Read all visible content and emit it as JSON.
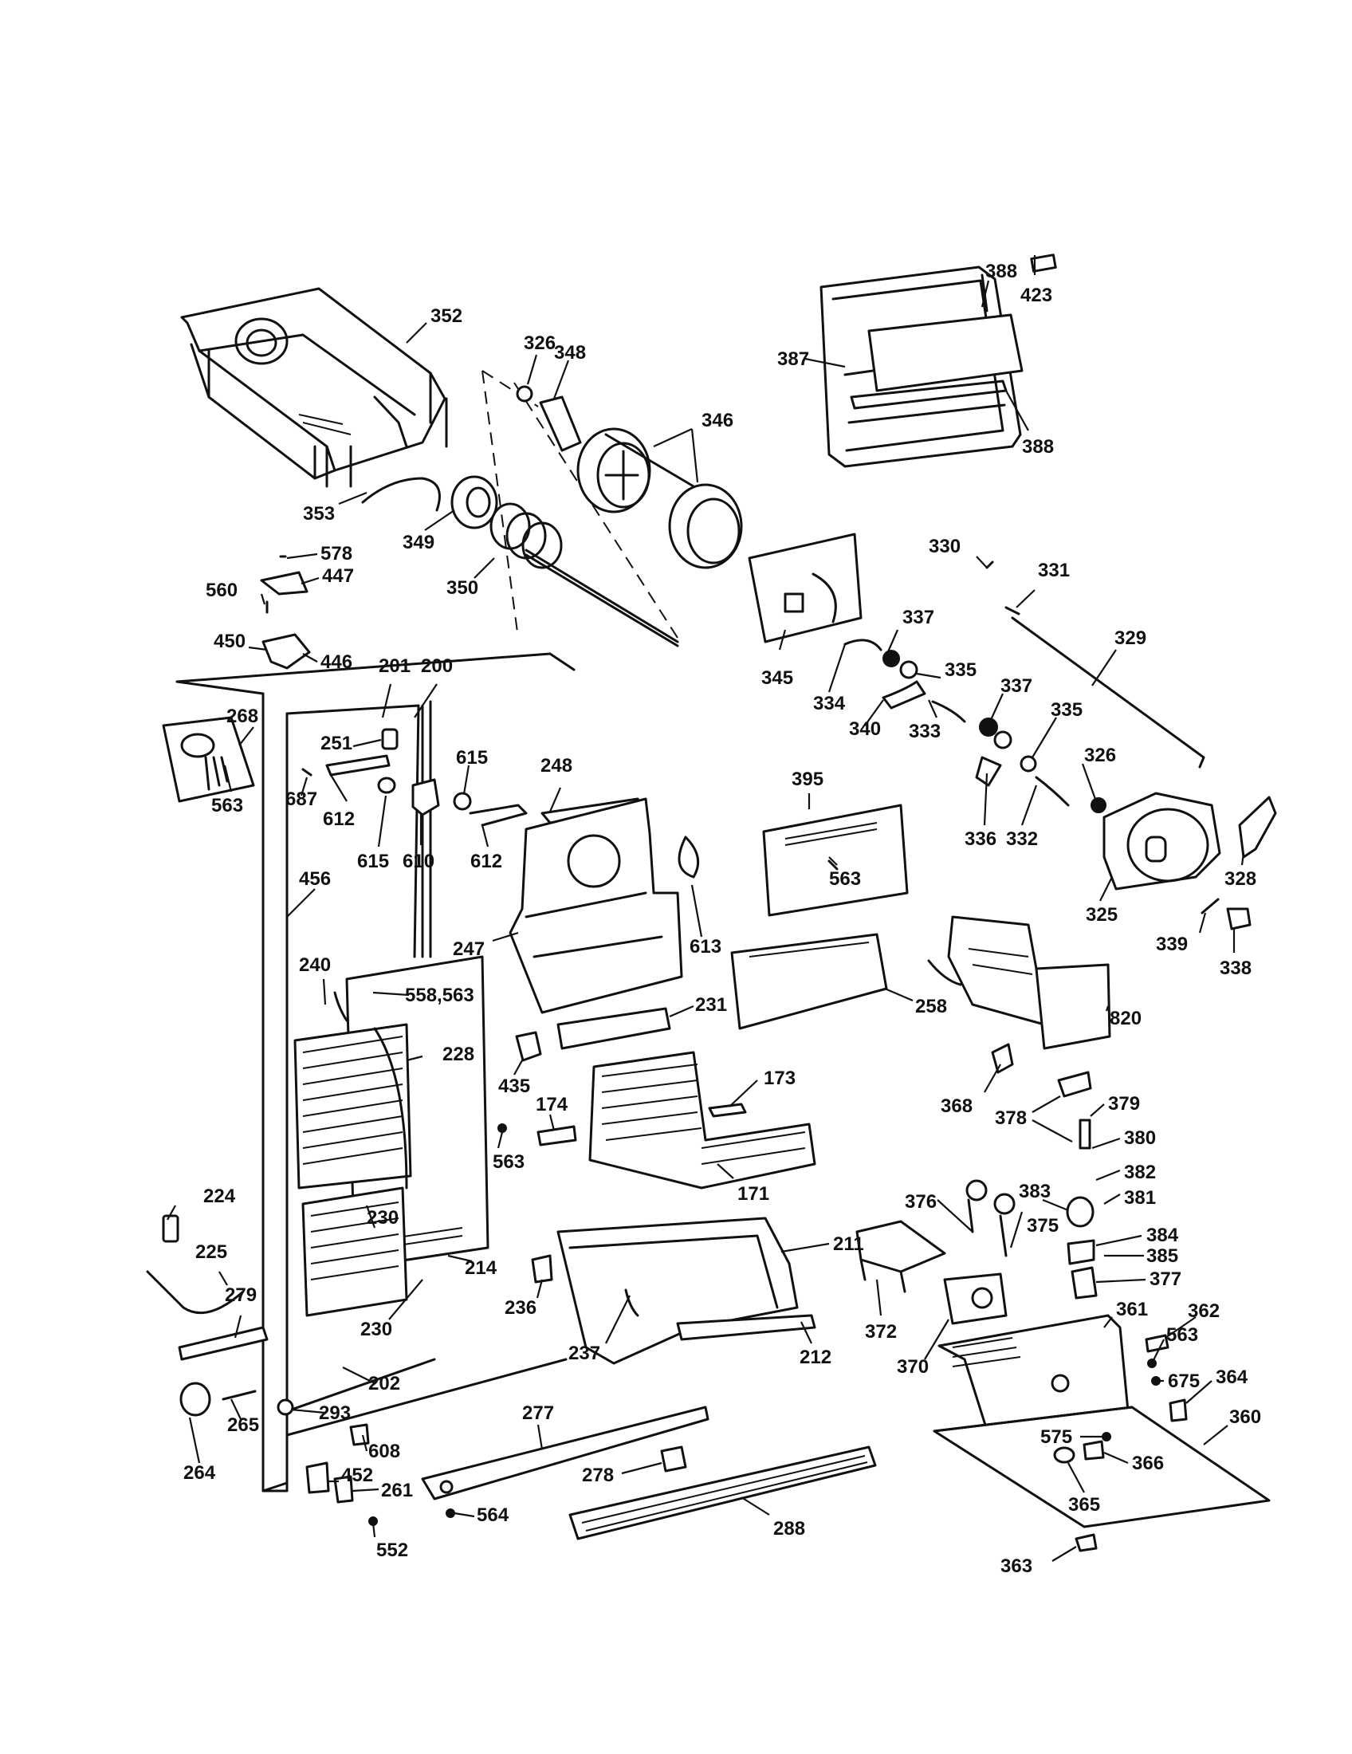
{
  "labels": {
    "l352": "352",
    "l326a": "326",
    "l348": "348",
    "l346": "346",
    "l353": "353",
    "l349": "349",
    "l350": "350",
    "l387": "387",
    "l388a": "388",
    "l388b": "388",
    "l423": "423",
    "l578": "578",
    "l447": "447",
    "l560": "560",
    "l450": "450",
    "l446": "446",
    "l345": "345",
    "l330": "330",
    "l331": "331",
    "l329": "329",
    "l337a": "337",
    "l335a": "335",
    "l334": "334",
    "l340": "340",
    "l333": "333",
    "l337b": "337",
    "l335b": "335",
    "l326b": "326",
    "l336": "336",
    "l332": "332",
    "l325": "325",
    "l328": "328",
    "l339": "339",
    "l338": "338",
    "l201": "201",
    "l200": "200",
    "l268": "268",
    "l563a": "563",
    "l251": "251",
    "l687": "687",
    "l612a": "612",
    "l615a": "615",
    "l615b": "615",
    "l610": "610",
    "l612b": "612",
    "l248": "248",
    "l395": "395",
    "l563b": "563",
    "l456": "456",
    "l247": "247",
    "l613": "613",
    "l240": "240",
    "l558": "558,563",
    "l231": "231",
    "l258": "258",
    "l820": "820",
    "l228": "228",
    "l435": "435",
    "l173": "173",
    "l174": "174",
    "l563c": "563",
    "l368": "368",
    "l378": "378",
    "l379": "379",
    "l380": "380",
    "l382": "382",
    "l171": "171",
    "l376": "376",
    "l383": "383",
    "l381": "381",
    "l375": "375",
    "l230a": "230",
    "l224": "224",
    "l384": "384",
    "l385": "385",
    "l211": "211",
    "l225": "225",
    "l214": "214",
    "l377": "377",
    "l236": "236",
    "l279": "279",
    "l230b": "230",
    "l361": "361",
    "l362": "362",
    "l563d": "563",
    "l372": "372",
    "l237": "237",
    "l212": "212",
    "l370": "370",
    "l675": "675",
    "l364": "364",
    "l202": "202",
    "l293": "293",
    "l265": "265",
    "l264": "264",
    "l277": "277",
    "l360": "360",
    "l575": "575",
    "l608": "608",
    "l366": "366",
    "l452": "452",
    "l261": "261",
    "l278": "278",
    "l365": "365",
    "l564": "564",
    "l552": "552",
    "l288": "288",
    "l363": "363"
  }
}
